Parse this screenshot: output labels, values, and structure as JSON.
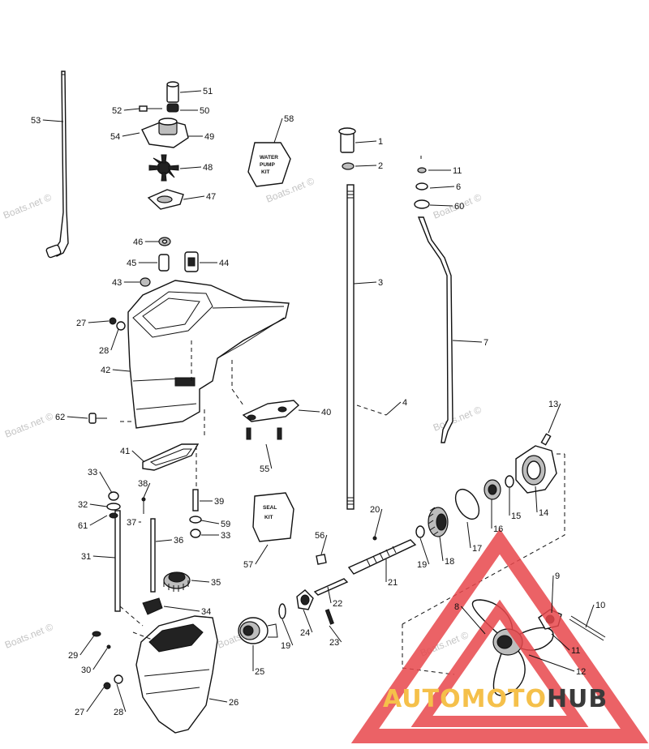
{
  "watermark": "Boats.net ©",
  "logo": {
    "text_a": "AUTOMOTO",
    "text_b": "HUB",
    "color_a": "#f5c04a",
    "color_b": "#3a3a3a",
    "triangle_color": "#e8474b"
  },
  "kits": {
    "water_pump": [
      "WATER",
      "PUMP",
      "KIT"
    ],
    "seal": [
      "SEAL",
      "KIT"
    ]
  },
  "callouts": [
    "1",
    "2",
    "3",
    "4",
    "6",
    "7",
    "8",
    "9",
    "10",
    "11",
    "11",
    "12",
    "13",
    "14",
    "15",
    "16",
    "17",
    "18",
    "19",
    "19",
    "20",
    "21",
    "22",
    "23",
    "24",
    "25",
    "26",
    "27",
    "27",
    "28",
    "28",
    "29",
    "30",
    "31",
    "32",
    "33",
    "33",
    "34",
    "35",
    "36",
    "37",
    "38",
    "39",
    "40",
    "41",
    "42",
    "43",
    "44",
    "45",
    "46",
    "47",
    "48",
    "49",
    "50",
    "51",
    "52",
    "53",
    "54",
    "55",
    "56",
    "57",
    "58",
    "59",
    "60",
    "61",
    "62"
  ]
}
